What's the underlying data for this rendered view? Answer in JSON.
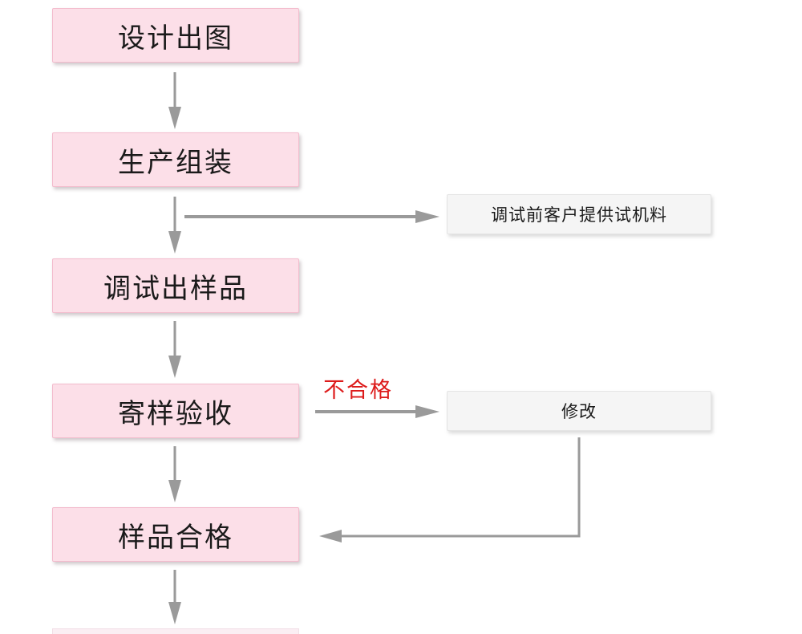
{
  "diagram": {
    "type": "flowchart",
    "background": "#ffffff",
    "colors": {
      "main_box_fill": "#fcdfe8",
      "main_box_border": "#f3bccd",
      "side_box_fill": "#f5f5f5",
      "side_box_border": "#e4e4e4",
      "arrow": "#9a9a9a",
      "fail_label_red": "#dd1b1b",
      "text": "#1a1a1a"
    },
    "flow": {
      "main_steps": [
        {
          "label": "设计出图"
        },
        {
          "label": "生产组装"
        },
        {
          "label": "调试出样品"
        },
        {
          "label": "寄样验收"
        },
        {
          "label": "样品合格"
        }
      ],
      "side_notes": [
        {
          "label": "调试前客户提供试机料",
          "attached_to": "生产组装 → 调试出样品"
        },
        {
          "label": "修改",
          "attached_to": "寄样验收",
          "returns_to": "样品合格"
        }
      ],
      "edge_labels": {
        "fail": "不合格"
      },
      "connections": [
        "设计出图 → 生产组装",
        "生产组装 → 调试出样品",
        "生产组装 → 调试前客户提供试机料",
        "调试出样品 → 寄样验收",
        "寄样验收 →(不合格) 修改",
        "修改 → 样品合格",
        "寄样验收 → 样品合格",
        "样品合格 → (下一步，底部截断)"
      ]
    }
  }
}
